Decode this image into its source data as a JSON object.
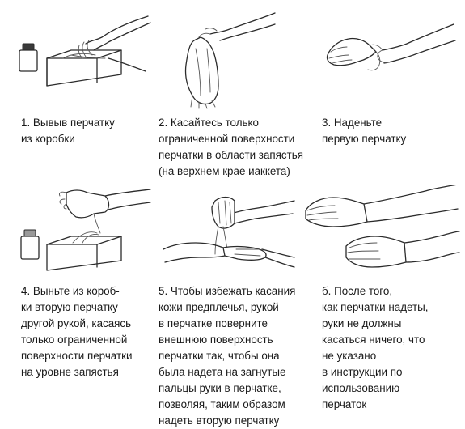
{
  "steps": [
    {
      "lines": [
        "1. Вывыв перчатку",
        "из коробки"
      ]
    },
    {
      "lines": [
        "2. Касайтесь только",
        "ограниченной поверхности",
        "перчатки в области  запястья",
        "(на верхнем крае иаккета)"
      ]
    },
    {
      "lines": [
        "3. Наденьте",
        "первую перчатку"
      ]
    },
    {
      "lines": [
        "4. Выньте из короб-",
        "ки вторую перчатку",
        "другой рукой, касаясь",
        "только ограниченной",
        "поверхности перчатки",
        "на уровне запястья"
      ]
    },
    {
      "lines": [
        "5. Чтобы избежать касания",
        "кожи предплечья, рукой",
        "в перчатке поверните",
        "внешнюю поверхность",
        "перчатки так, чтобы она",
        "была надета на загнутые",
        "пальцы руки в перчатке,",
        "позволяя, таким образом",
        "надеть вторую перчатку"
      ]
    },
    {
      "lines": [
        "б. После того,",
        "как перчатки надеты,",
        "руки не должны",
        "касаться ничего, что",
        "не указано",
        "в инструкции по",
        "использованию",
        "перчаток"
      ]
    }
  ]
}
